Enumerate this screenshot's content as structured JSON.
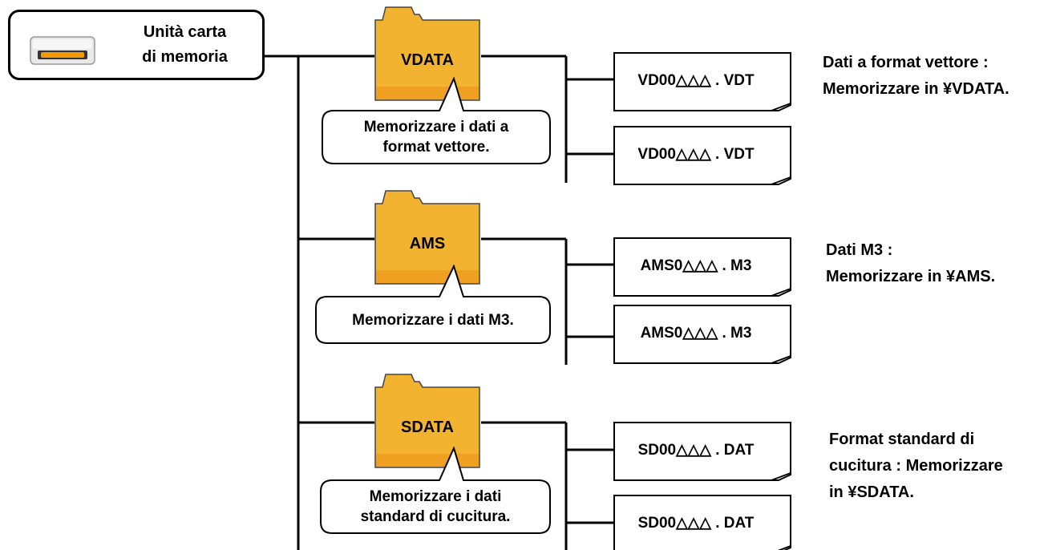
{
  "root": {
    "line1": "Unità carta",
    "line2": "di memoria",
    "icon": "memory-card-drive-icon"
  },
  "folders": [
    {
      "name": "VDATA",
      "note_line1": "Memorizzare i dati a",
      "note_line2": "format vettore.",
      "files": [
        "VD00△△△ . VDT",
        "VD00△△△ . VDT"
      ],
      "desc_line1": "Dati a format vettore :",
      "desc_line2": "Memorizzare in ¥VDATA."
    },
    {
      "name": "AMS",
      "note_line1": "Memorizzare i dati M3.",
      "files": [
        "AMS0△△△ . M3",
        "AMS0△△△ . M3"
      ],
      "desc_line1": "Dati M3 :",
      "desc_line2": "Memorizzare in ¥AMS."
    },
    {
      "name": "SDATA",
      "note_line1": "Memorizzare i dati",
      "note_line2": "standard di cucitura.",
      "files": [
        "SD00△△△ . DAT",
        "SD00△△△ . DAT"
      ],
      "desc_line1": "Format standard di",
      "desc_line2": "cucitura : Memorizzare",
      "desc_line3": "in ¥SDATA."
    }
  ],
  "colors": {
    "folder_fill": "#F2B430",
    "folder_band": "#F0A020",
    "card_slot": "#F29A00",
    "line": "#000000"
  }
}
